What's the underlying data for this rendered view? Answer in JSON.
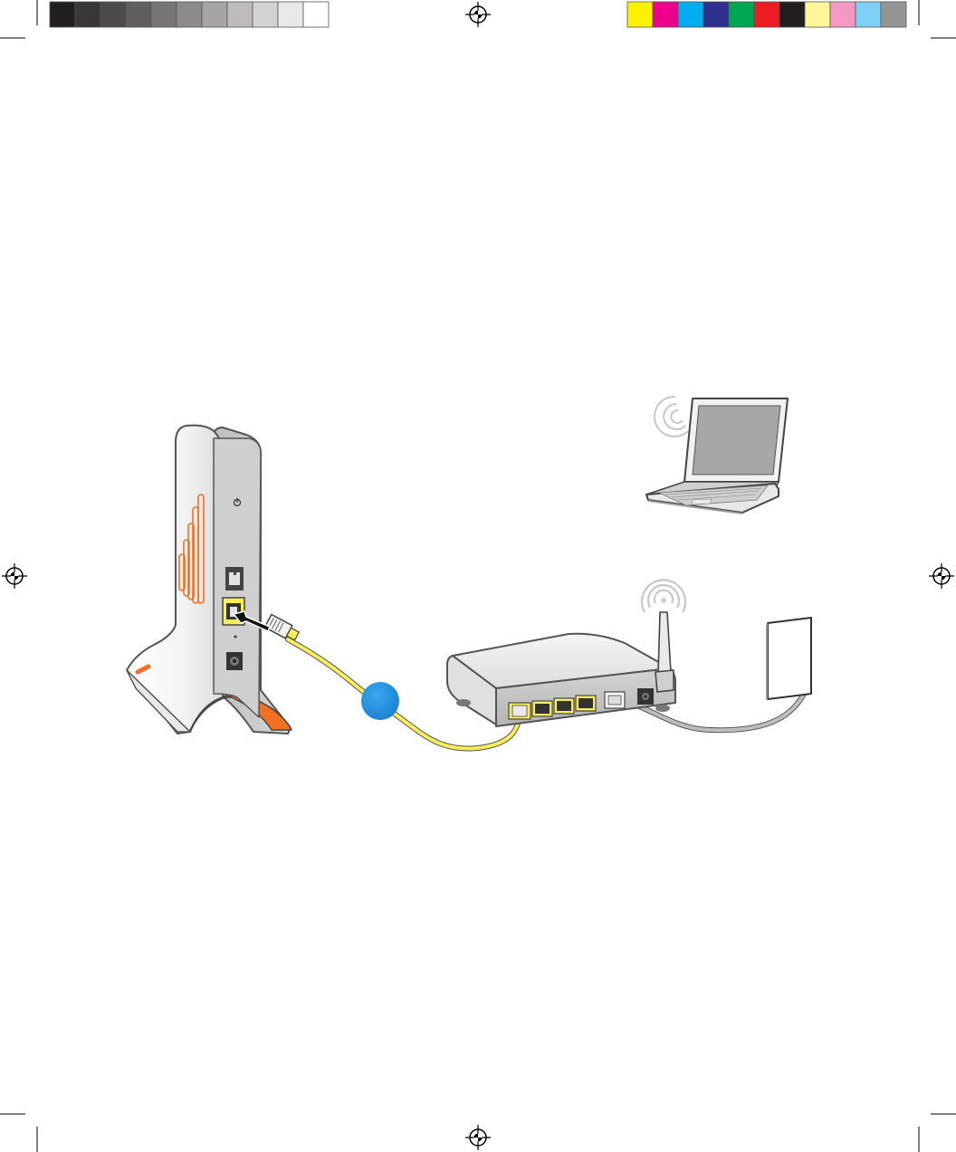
{
  "print_marks": {
    "grayscale_bar": [
      "#231f20",
      "#3a3738",
      "#4d4a4b",
      "#605d5e",
      "#777475",
      "#8e8b8c",
      "#a6a4a5",
      "#bdbbbc",
      "#d3d2d2",
      "#e9e8e8",
      "#ffffff"
    ],
    "color_bar": [
      "#fff200",
      "#ec008c",
      "#00aeef",
      "#2e3192",
      "#00a651",
      "#ed1c24",
      "#231f20",
      "#fff799",
      "#f49ac2",
      "#7ed0f4",
      "#959595"
    ]
  },
  "diagram": {
    "colors": {
      "cable_ethernet": "#f7ef5a",
      "cable_ethernet_edge": "#b9a900",
      "cable_phone": "#bdbdbd",
      "accent_orange": "#f36f21",
      "step_marker": "#1e90e0",
      "device_body": "#d6d6d6",
      "device_shadow": "#9a9a9a"
    },
    "parts": {
      "wireless_tower": "wireless-base-station",
      "cable": "ethernet-cable",
      "router": "wireless-router",
      "wall_socket": "phone-wall-socket",
      "laptop": "laptop-computer"
    },
    "step_marker_text": ""
  }
}
